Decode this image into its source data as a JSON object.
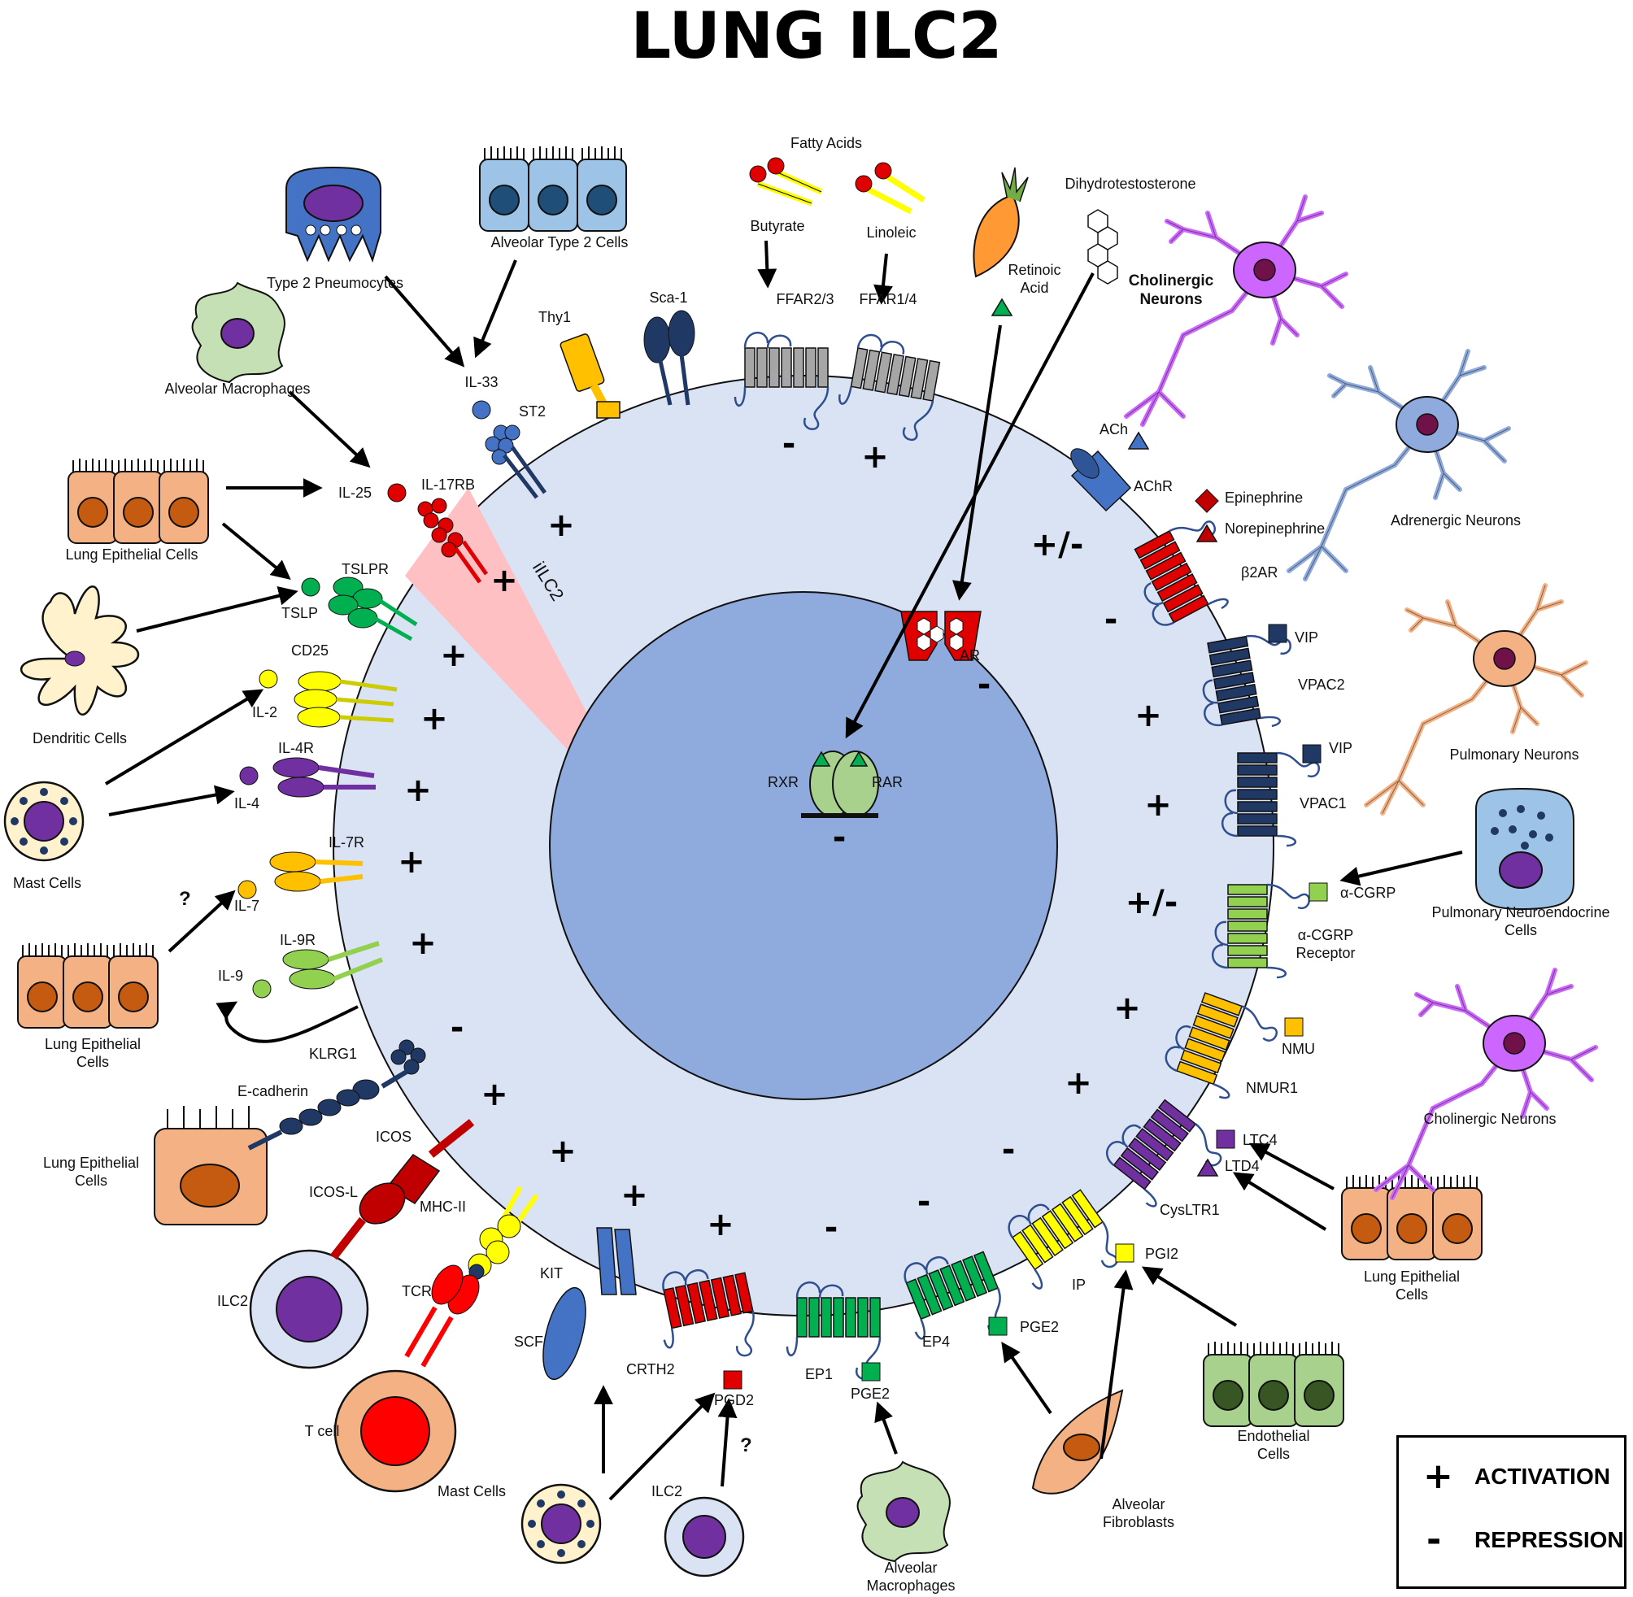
{
  "title": "LUNG ILC2",
  "legend": {
    "activation_symbol": "+",
    "activation": "ACTIVATION",
    "repression_symbol": "-",
    "repression": "REPRESSION"
  },
  "colors": {
    "cell_cytoplasm": "#dce3f3",
    "nucleus": "#8faadc",
    "iilc2_wedge": "#ffc0c4",
    "activation_arrow": "#000000"
  },
  "cells": {
    "type2_pneumocytes": "Type 2 Pneumocytes",
    "alveolar_type2_cells": "Alveolar Type 2 Cells",
    "alveolar_macrophages_top": "Alveolar Macrophages",
    "lung_epithelial_1": "Lung Epithelial Cells",
    "dendritic_cells": "Dendritic Cells",
    "mast_cells_left": "Mast Cells",
    "lung_epithelial_2": "Lung Epithelial Cells",
    "lung_epithelial_3": "Lung Epithelial Cells",
    "ilc2_left": "ILC2",
    "t_cell": "T cell",
    "mast_cells_bottom": "Mast Cells",
    "ilc2_bottom": "ILC2",
    "alveolar_macrophages_bottom": "Alveolar Macrophages",
    "alveolar_fibroblasts": "Alveolar Fibroblasts",
    "endothelial_cells": "Endothelial Cells",
    "lung_epithelial_4": "Lung Epithelial Cells",
    "cholinergic_neurons_top": "Cholinergic Neurons",
    "adrenergic_neurons": "Adrenergic Neurons",
    "pulmonary_neurons": "Pulmonary Neurons",
    "pne_cells": "Pulmonary Neuroendocrine Cells",
    "cholinergic_neurons_bottom": "Cholinergic Neurons"
  },
  "ligands": {
    "il33": "IL-33",
    "il25": "IL-25",
    "tslp": "TSLP",
    "il2": "IL-2",
    "il4": "IL-4",
    "il7": "IL-7",
    "il9": "IL-9",
    "fatty_acids": "Fatty Acids",
    "butyrate": "Butyrate",
    "linoleic": "Linoleic",
    "retinoic_acid": "Retinoic Acid",
    "dht": "Dihydrotestosterone",
    "ach": "ACh",
    "epinephrine": "Epinephrine",
    "norepinephrine": "Norepinephrine",
    "vip_1": "VIP",
    "vip_2": "VIP",
    "cgrp": "α-CGRP",
    "nmu": "NMU",
    "ltc4": "LTC4",
    "ltd4": "LTD4",
    "pgi2": "PGI2",
    "pge2_right": "PGE2",
    "pge2_left": "PGE2",
    "pgd2": "PGD2",
    "scf": "SCF",
    "icos_l": "ICOS-L",
    "e_cadherin": "E-cadherin"
  },
  "receptors": {
    "st2": "ST2",
    "il17rb": "IL-17RB",
    "tslpr": "TSLPR",
    "cd25": "CD25",
    "il4r": "IL-4R",
    "il7r": "IL-7R",
    "il9r": "IL-9R",
    "klrg1": "KLRG1",
    "icos": "ICOS",
    "mhc2": "MHC-II",
    "tcr": "TCR",
    "kit": "KIT",
    "crth2": "CRTH2",
    "ep1": "EP1",
    "ep4": "EP4",
    "ip": "IP",
    "cysltr1": "CysLTR1",
    "nmur1": "NMUR1",
    "cgrp_receptor": "α-CGRP Receptor",
    "vpac1": "VPAC1",
    "vpac2": "VPAC2",
    "b2ar": "β2AR",
    "achr": "AChR",
    "ffar1_4": "FFAR1/4",
    "ffar2_3": "FFAR2/3",
    "sca1": "Sca-1",
    "thy1": "Thy1",
    "ar": "AR",
    "rxr": "RXR",
    "rar": "RAR"
  },
  "wedge_label": "iILC2",
  "question_mark_1": "?",
  "question_mark_2": "?",
  "signs": {
    "st2": "+",
    "il17rb": "+",
    "tslpr": "+",
    "cd25": "+",
    "il4r": "+",
    "il7r": "+",
    "il9r": "+",
    "il9_feedback": "-",
    "klrg1": "+",
    "icos": "+",
    "mhc": "+",
    "kit": "+",
    "crth2": "+",
    "ep1": "-",
    "ep4": "-",
    "ip": "-",
    "cysltr1": "+",
    "nmur1": "+",
    "cgrp": "+/-",
    "vpac1": "+",
    "vpac2": "+",
    "b2ar": "-",
    "achr": "+/-",
    "ar": "-",
    "rxr_rar": "-",
    "ffar2_3": "-",
    "ffar1_4": "+"
  }
}
